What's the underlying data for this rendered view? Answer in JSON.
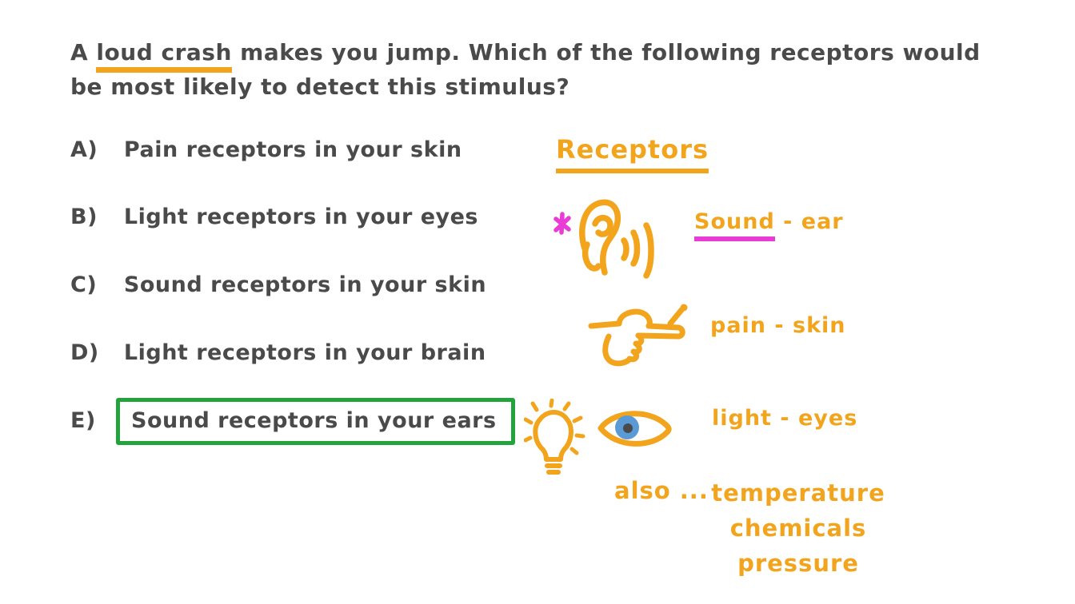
{
  "colors": {
    "ink": "#4a4a4a",
    "orange": "#F2A41C",
    "magenta": "#E93BD6",
    "green": "#22A33C",
    "iris_blue": "#5B9BD5"
  },
  "question": {
    "pre": "A ",
    "underlined": "loud crash",
    "rest_line1": " makes you jump. Which of the following receptors would",
    "line2": "be most likely to detect this stimulus?"
  },
  "options": [
    {
      "label": "A)",
      "text": "Pain receptors in your skin"
    },
    {
      "label": "B)",
      "text": "Light receptors in your eyes"
    },
    {
      "label": "C)",
      "text": "Sound receptors in your skin"
    },
    {
      "label": "D)",
      "text": "Light receptors in your brain"
    },
    {
      "label": "E)",
      "text": "Sound receptors in your ears",
      "marked": "green box (correct answer)"
    }
  ],
  "notes": {
    "heading": "Receptors",
    "rows": [
      {
        "icon": "ear-with-sound-waves",
        "marker_icon": "magenta-asterisk",
        "highlight": "Sound",
        "rest": " - ear"
      },
      {
        "icon": "finger-touching-pin",
        "text": "pain - skin"
      },
      {
        "icon": "lightbulb-and-eye",
        "text": "light - eyes"
      }
    ],
    "also_label": "also ...",
    "also_items": [
      "temperature",
      "chemicals",
      "pressure"
    ]
  }
}
